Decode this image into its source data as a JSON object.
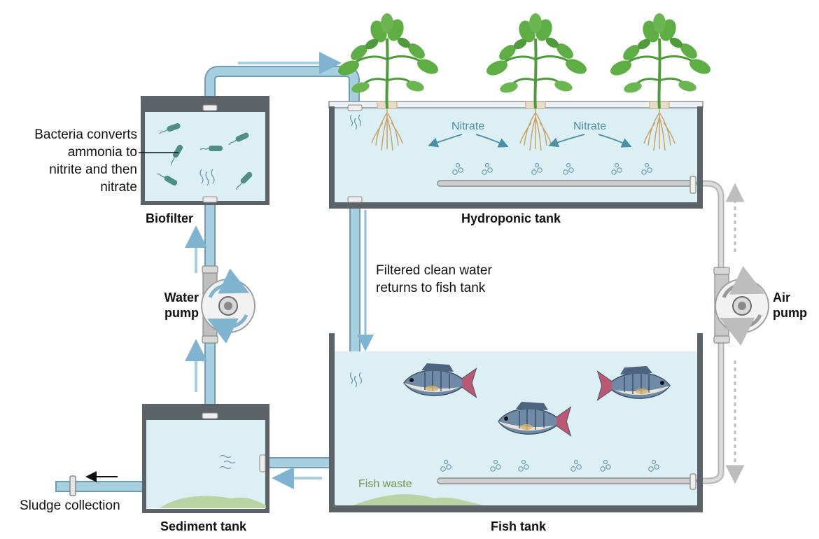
{
  "labels": {
    "bacteria_note": "Bacteria converts\nammonia to\nnitrite and then\nnitrate",
    "biofilter": "Biofilter",
    "hydroponic_tank": "Hydroponic tank",
    "nitrate_left": "Nitrate",
    "nitrate_right": "Nitrate",
    "filtered_water": "Filtered clean water\nreturns to fish tank",
    "water_pump": "Water\npump",
    "air_pump": "Air\npump",
    "sediment_tank": "Sediment tank",
    "sludge_collection": "Sludge collection",
    "fish_tank": "Fish tank",
    "fish_waste": "Fish waste"
  },
  "colors": {
    "water": "#dbeff4",
    "pipe": "#a7cfe0",
    "pipe_stroke": "#6e9cb3",
    "tank_frame": "#5b6368",
    "air_line": "#c9c9c9",
    "plant": "#4f9a3b",
    "nitrate_text": "#4a8fa6",
    "fish_waste_text": "#6f9a4e",
    "waste": "#b9d3a2"
  },
  "icons": [
    "plant-icon",
    "fish-icon",
    "bacteria-icon",
    "water-pump-icon",
    "air-pump-icon",
    "bubble-icon",
    "flow-arrow-icon"
  ]
}
